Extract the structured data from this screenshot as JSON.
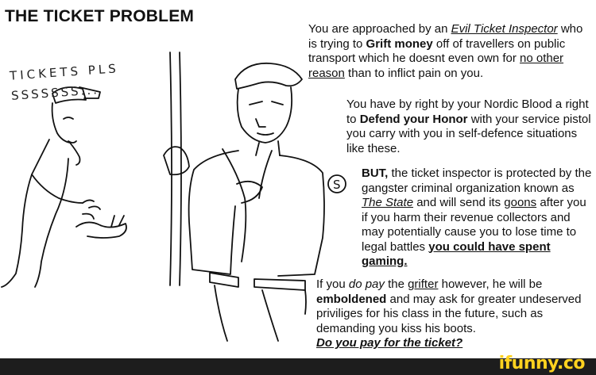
{
  "title": "THE TICKET PROBLEM",
  "scrawl": {
    "line1": "TICKETS PLS",
    "line2": "SSSSSSS..."
  },
  "paragraph1": {
    "t1": "You are approached by an ",
    "t2": "Evil Ticket Inspector",
    "t3": " who is trying to ",
    "t4": "Grift money",
    "t5": " off of travellers on public transport which he doesnt even own for ",
    "t6": "no other reason",
    "t7": " than to inflict pain on you."
  },
  "paragraph2": {
    "t1": "You have by right by your Nordic Blood a right to ",
    "t2": "Defend your Honor",
    "t3": " with your service pistol you carry with you in self-defence situations like these."
  },
  "paragraph3": {
    "t1": "BUT,",
    "t2": " the ticket inspector is protected by the gangster criminal organization known as ",
    "t3": "The State",
    "t4": " and will send its ",
    "t5": "goons",
    "t6": " after you if you harm their revenue collectors and may potentially cause you to lose time to legal battles ",
    "t7": "you could have spent gaming."
  },
  "paragraph4": {
    "t1": "If you ",
    "t2": "do pay",
    "t3": " the ",
    "t4": "grifter",
    "t5": " however, he will be ",
    "t6": "emboldened",
    "t7": " and may ask for greater undeserved priviliges for his class in the future, such as demanding you kiss his boots.",
    "t8": "Do you pay for the ticket?"
  },
  "badge": "S",
  "watermark": "ifunny.co",
  "colors": {
    "background": "#ffffff",
    "footer": "#1d1d1d",
    "watermark": "#ffd21f",
    "ink": "#111111"
  }
}
